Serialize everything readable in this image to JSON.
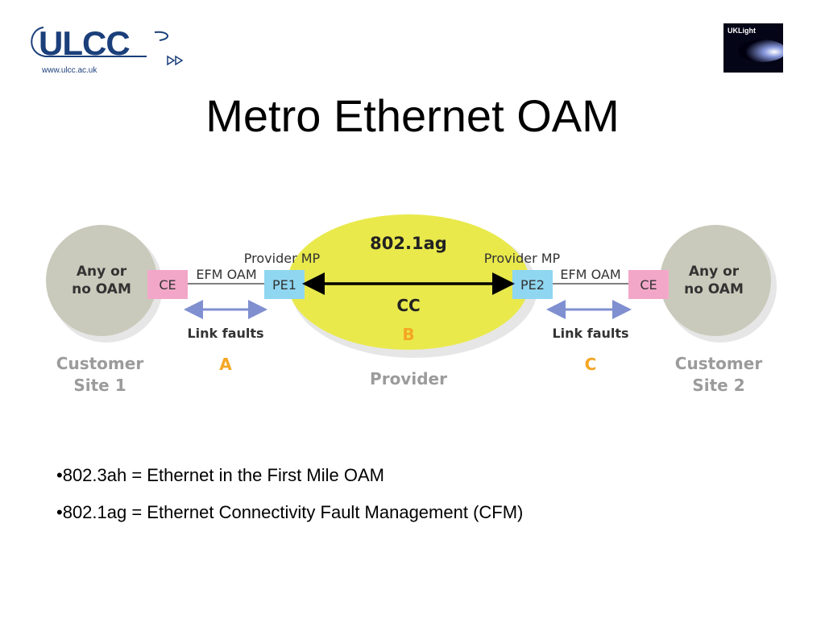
{
  "logo": {
    "name": "ULCC",
    "url": "www.ulcc.ac.uk"
  },
  "badge": {
    "label": "UKLight"
  },
  "title": "Metro Ethernet OAM",
  "diagram": {
    "provider_protocol": "802.1ag",
    "cc_label": "CC",
    "provider_label": "Provider",
    "segment_b": "B",
    "segment_a": "A",
    "segment_c": "C",
    "site1": {
      "line1": "Any or",
      "line2": "no OAM",
      "caption1": "Customer",
      "caption2": "Site 1",
      "ce": "CE"
    },
    "site2": {
      "line1": "Any or",
      "line2": "no OAM",
      "caption1": "Customer",
      "caption2": "Site 2",
      "ce": "CE"
    },
    "pe1": "PE1",
    "pe2": "PE2",
    "provider_mp_left": "Provider MP",
    "provider_mp_right": "Provider MP",
    "efm_left": "EFM OAM",
    "efm_right": "EFM OAM",
    "link_faults_left": "Link faults",
    "link_faults_right": "Link faults"
  },
  "bullets": [
    "•802.3ah = Ethernet in the First Mile OAM",
    "•802.1ag = Ethernet Connectivity Fault Management (CFM)"
  ],
  "colors": {
    "logo_blue": "#1b3f7a",
    "site_gray": "#c9cabb",
    "provider_yellow": "#e9e94c",
    "ce_pink": "#f3a7c8",
    "pe_blue": "#8fd6f1",
    "link_arrow": "#7f8fd0",
    "segment_orange": "#f5a623",
    "caption_gray": "#9b9b9b"
  }
}
